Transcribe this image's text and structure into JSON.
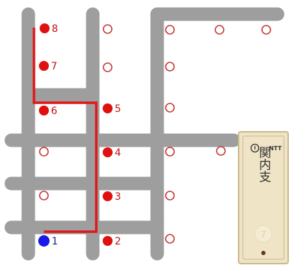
{
  "colors": {
    "background": "#ffffff",
    "road": "#9e9e9e",
    "route": "#e01818",
    "numbered_node": "#e01010",
    "hollow_node_stroke": "#c43a3a",
    "start_node": "#1a1ae6",
    "label": "#c01010",
    "plate_fill": "#efe4c6",
    "plate_border": "#c9b98c",
    "plate_text": "#333333"
  },
  "nodes": {
    "start": {
      "label": "1"
    },
    "numbered": [
      {
        "label": "2"
      },
      {
        "label": "3"
      },
      {
        "label": "4"
      },
      {
        "label": "5"
      },
      {
        "label": "6"
      },
      {
        "label": "7"
      },
      {
        "label": "8"
      }
    ]
  },
  "pole_plate": {
    "company": "NTT",
    "name": "関内支",
    "badge_number": "7",
    "icon": "phone-handset-icon"
  }
}
